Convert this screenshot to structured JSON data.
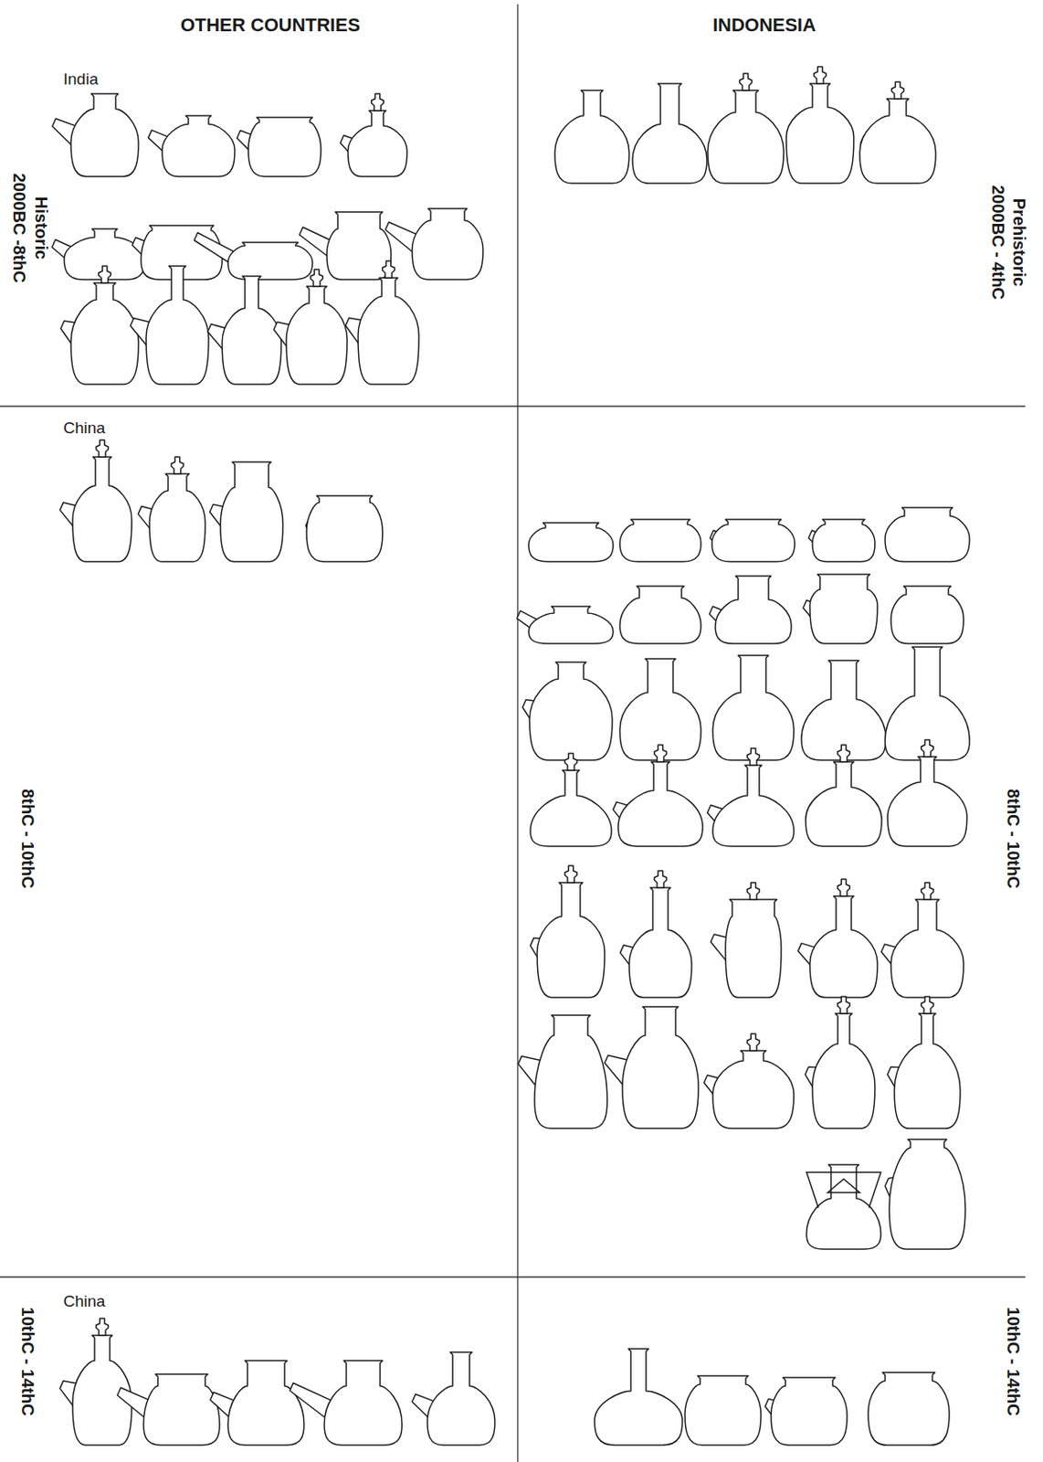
{
  "diagram": {
    "labels": [
      "OTHER COUNTRIES",
      "INDONESIA",
      "Historic",
      "2000BC -8thC",
      "Prehistoric",
      "2000BC - 4thC",
      "India",
      "China",
      "8thC - 10thC",
      "8thC - 10thC",
      "China",
      "10thC - 14thC",
      "10thC - 14thC"
    ]
  }
}
